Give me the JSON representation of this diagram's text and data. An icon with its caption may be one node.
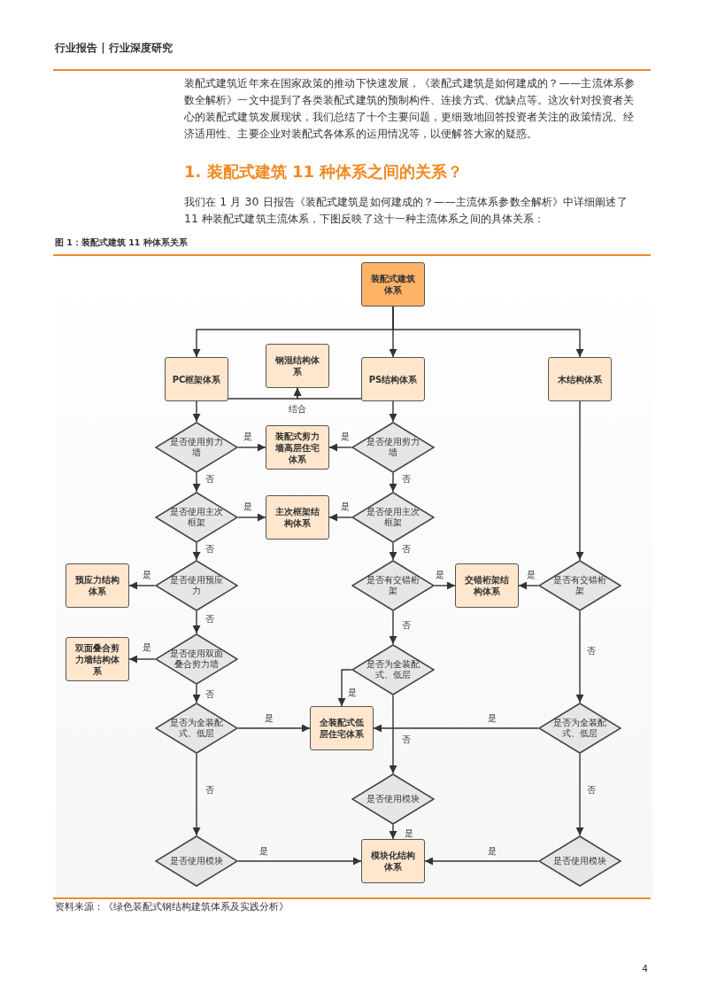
{
  "diagram": {
    "nodes": [
      {
        "text": [
          "装配式建筑体系"
        ]
      },
      {
        "text": [
          "PC框架体系"
        ]
      },
      {
        "text": [
          "钢混结构体系"
        ]
      },
      {
        "text": [
          "PS结构体系"
        ]
      },
      {
        "text": [
          "木结构体系"
        ]
      },
      {
        "text": [
          "是否使用剪力墙"
        ]
      },
      {
        "text": [
          "装配式剪力墙高层住宅体系"
        ]
      },
      {
        "text": [
          "是否使用剪力墙"
        ]
      },
      {
        "text": [
          "是否使用主次框架"
        ]
      },
      {
        "text": [
          "主次框架结构体系"
        ]
      },
      {
        "text": [
          "是否使用主次框架"
        ]
      },
      {
        "text": [
          "预应力结构体系"
        ]
      },
      {
        "text": [
          "是否使用预应力"
        ]
      },
      {
        "text": [
          "是否有交错桁架"
        ]
      },
      {
        "text": [
          "交错桁架结构体系"
        ]
      },
      {
        "text": [
          "是否有交错桁架"
        ]
      },
      {
        "text": [
          "双面叠合剪力墙结构体系"
        ]
      },
      {
        "text": [
          "是否使用双面叠合剪力墙"
        ]
      },
      {
        "text": [
          "是否为全装配式、低层"
        ]
      },
      {
        "text": [
          "是否为全装配式、低层"
        ]
      },
      {
        "text": [
          "全装配式低层住宅体系"
        ]
      },
      {
        "text": [
          "是否为全装配式、低层"
        ]
      },
      {
        "text": [
          "是否使用模块"
        ]
      },
      {
        "text": [
          "是否使用模块"
        ]
      },
      {
        "text": [
          "模块化结构体系"
        ]
      },
      {
        "text": [
          "是否使用模块"
        ]
      }
    ],
    "edges": [
      {
        "from": 0,
        "to": 1,
        "arrow": "to"
      },
      {
        "from": 0,
        "to": 3,
        "arrow": "to"
      },
      {
        "from": 0,
        "to": 4,
        "arrow": "to"
      },
      {
        "from": 1,
        "to": 2,
        "arrow": "to",
        "label": "结合"
      },
      {
        "from": 3,
        "to": 2,
        "arrow": "to"
      },
      {
        "from": 1,
        "to": 5,
        "arrow": "to"
      },
      {
        "from": 5,
        "to": 6,
        "arrow": "to",
        "label": "是"
      },
      {
        "from": 3,
        "to": 7,
        "arrow": "to"
      },
      {
        "from": 7,
        "to": 6,
        "arrow": "to",
        "label": "是"
      },
      {
        "from": 5,
        "to": 8,
        "arrow": "to",
        "label": "否"
      },
      {
        "from": 7,
        "to": 10,
        "arrow": "to",
        "label": "否"
      },
      {
        "from": 8,
        "to": 9,
        "arrow": "to",
        "label": "是"
      },
      {
        "from": 10,
        "to": 9,
        "arrow": "to",
        "label": "是"
      },
      {
        "from": 8,
        "to": 12,
        "arrow": "to",
        "label": "否"
      },
      {
        "from": 10,
        "to": 13,
        "arrow": "to",
        "label": "否"
      },
      {
        "from": 12,
        "to": 11,
        "arrow": "to",
        "label": "是"
      },
      {
        "from": 13,
        "to": 14,
        "arrow": "to",
        "label": "是"
      },
      {
        "from": 4,
        "to": 15,
        "arrow": "to"
      },
      {
        "from": 15,
        "to": 14,
        "arrow": "to",
        "label": "是"
      },
      {
        "from": 12,
        "to": 17,
        "arrow": "to",
        "label": "否"
      },
      {
        "from": 17,
        "to": 16,
        "arrow": "to",
        "label": "是"
      },
      {
        "from": 13,
        "to": 18,
        "arrow": "to",
        "label": "否"
      },
      {
        "from": 15,
        "to": 21,
        "arrow": "to",
        "label": "否"
      },
      {
        "from": 17,
        "to": 19,
        "arrow": "to",
        "label": "否"
      },
      {
        "from": 18,
        "to": 20,
        "arrow": "to",
        "label": "是"
      },
      {
        "from": 19,
        "to": 20,
        "arrow": "to",
        "label": "是"
      },
      {
        "from": 21,
        "to": 20,
        "arrow": "to",
        "label": "是"
      },
      {
        "from": 18,
        "to": 22,
        "arrow": "to",
        "label": "否"
      },
      {
        "from": 19,
        "to": 23,
        "arrow": "to",
        "label": "否"
      },
      {
        "from": 21,
        "to": 25,
        "arrow": "to",
        "label": "否"
      },
      {
        "from": 22,
        "to": 24,
        "arrow": "to",
        "label": "是"
      },
      {
        "from": 23,
        "to": 24,
        "arrow": "to",
        "label": "是"
      },
      {
        "from": 25,
        "to": 24,
        "arrow": "to",
        "label": "是"
      }
    ],
    "labels": [
      "行业报告 | 行业深度研究",
      "装配式建筑近年来在国家政策的推动下快速发展，《装配式建筑是如何建成的？——主流体系参数全解析》一文中提到了各类装配式建筑的预制构件、连接方式、优缺点等。这次针对投资者关心的装配式建筑发展现状，我们总结了十个主要问题，更细致地回答投资者关注的政策情况、经济适用性、主要企业对装配式各体系的运用情况等，以便解答大家的疑惑。",
      "1. 装配式建筑 11 种体系之间的关系？",
      "我们在 1 月 30 日报告《装配式建筑是如何建成的？——主流体系参数全解析》中详细阐述了 11 种装配式建筑主流体系，下图反映了这十一种主流体系之间的具体关系：",
      "图 1：装配式建筑 11 种体系关系",
      "资料来源：《绿色装配式钢结构建筑体系及实践分析》",
      "4"
    ]
  }
}
